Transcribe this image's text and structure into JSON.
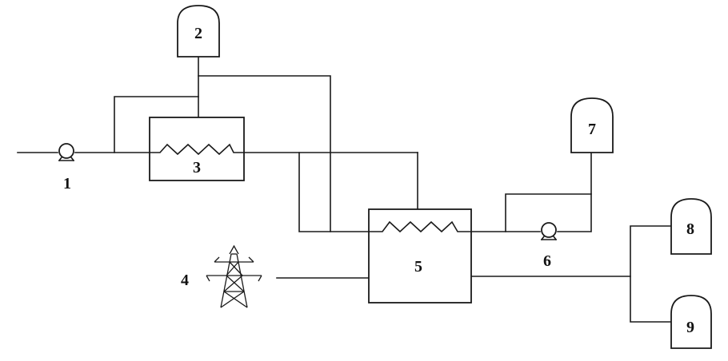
{
  "labels": {
    "n1": "1",
    "n2": "2",
    "n3": "3",
    "n4": "4",
    "n5": "5",
    "n6": "6",
    "n7": "7",
    "n8": "8",
    "n9": "9"
  },
  "icons": {
    "pump": "pump-icon",
    "heat_exchanger": "heat-exchanger-coil-icon",
    "tank": "storage-tank-icon",
    "power": "power-tower-icon"
  }
}
